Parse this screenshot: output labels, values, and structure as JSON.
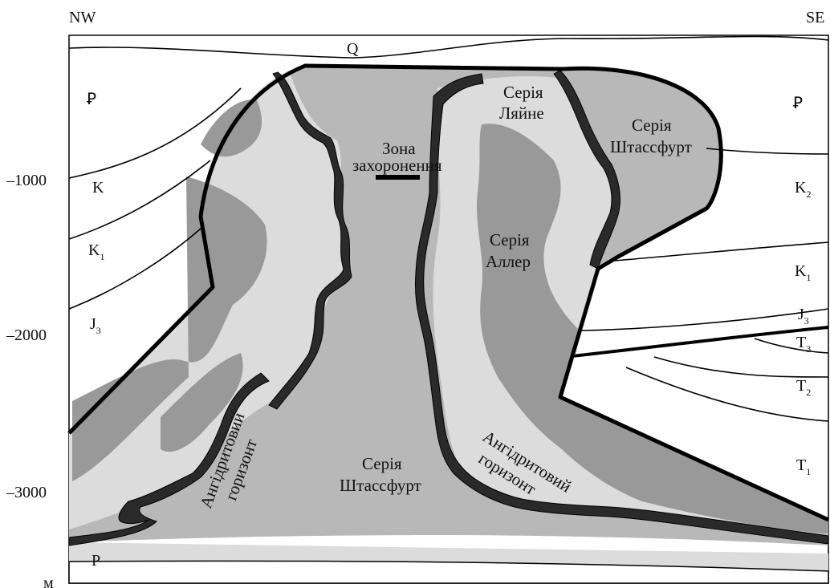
{
  "directions": {
    "left": "NW",
    "right": "SE"
  },
  "depth_axis": {
    "labels": [
      "–1000",
      "–2000",
      "–3000"
    ],
    "unit": "м"
  },
  "strata_left": {
    "paleogene": "Ꝑ",
    "k": "K",
    "k1": "K",
    "k1_sub": "1",
    "j3": "J",
    "j3_sub": "3",
    "p": "P"
  },
  "strata_right": {
    "paleogene": "Ꝑ",
    "k2": "K",
    "k2_sub": "2",
    "k1": "K",
    "k1_sub": "1",
    "j3": "J",
    "j3_sub": "3",
    "t3": "T",
    "t3_sub": "3",
    "t2": "T",
    "t2_sub": "2",
    "t1": "T",
    "t1_sub": "1"
  },
  "top_label": "Q",
  "burial_zone": {
    "line1": "Зона",
    "line2": "захоронення"
  },
  "series": {
    "leine_1": "Серія",
    "leine_2": "Ляйне",
    "stassfurt_top_1": "Серія",
    "stassfurt_top_2": "Штассфурт",
    "aller_1": "Серія",
    "aller_2": "Аллер",
    "stassfurt_main_1": "Серія",
    "stassfurt_main_2": "Штассфурт"
  },
  "anhydrite_left": {
    "line1": "Ангідритовий",
    "line2": "горизонт"
  },
  "anhydrite_right": {
    "line1": "Ангідритовий",
    "line2": "горизонт"
  },
  "colors": {
    "light_gray": "#dcdcdc",
    "mid_gray": "#b8b8b8",
    "dark_gray": "#999999",
    "anhydrite_black": "#2a2a2a"
  }
}
